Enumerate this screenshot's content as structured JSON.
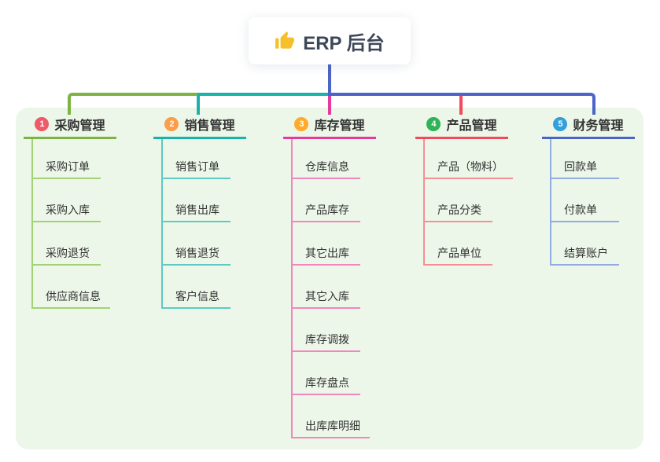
{
  "root": {
    "label": "ERP 后台",
    "icon": "thumbs-up-icon"
  },
  "panel": {
    "background": "#edf7e9"
  },
  "connector": {
    "stem_color": "#4a64c8",
    "left_segment_color": "#7cb342",
    "middle_segment_color": "#19b3a9",
    "right_segment_color": "#4a64c8",
    "drop2_color": "#19b3a9",
    "drop3_color": "#e83a9c",
    "drop4_color": "#f4485c"
  },
  "branches": [
    {
      "badge": "1",
      "badge_color": "#ee5a68",
      "title": "采购管理",
      "line_color": "#7cb342",
      "child_line_color": "#a3d175",
      "children": [
        "采购订单",
        "采购入库",
        "采购退货",
        "供应商信息"
      ]
    },
    {
      "badge": "2",
      "badge_color": "#fb9d4b",
      "title": "销售管理",
      "line_color": "#19b3a9",
      "child_line_color": "#5ecac2",
      "children": [
        "销售订单",
        "销售出库",
        "销售退货",
        "客户信息"
      ]
    },
    {
      "badge": "3",
      "badge_color": "#ffaa2c",
      "title": "库存管理",
      "line_color": "#e83a9c",
      "child_line_color": "#f287bd",
      "children": [
        "仓库信息",
        "产品库存",
        "其它出库",
        "其它入库",
        "库存调拨",
        "库存盘点",
        "出库库明细"
      ]
    },
    {
      "badge": "4",
      "badge_color": "#2eb456",
      "title": "产品管理",
      "line_color": "#f4485c",
      "child_line_color": "#f78f96",
      "children": [
        "产品（物料）",
        "产品分类",
        "产品单位"
      ]
    },
    {
      "badge": "5",
      "badge_color": "#32a0da",
      "title": "财务管理",
      "line_color": "#4a64c8",
      "child_line_color": "#92abe2",
      "children": [
        "回款单",
        "付款单",
        "结算账户"
      ]
    }
  ]
}
